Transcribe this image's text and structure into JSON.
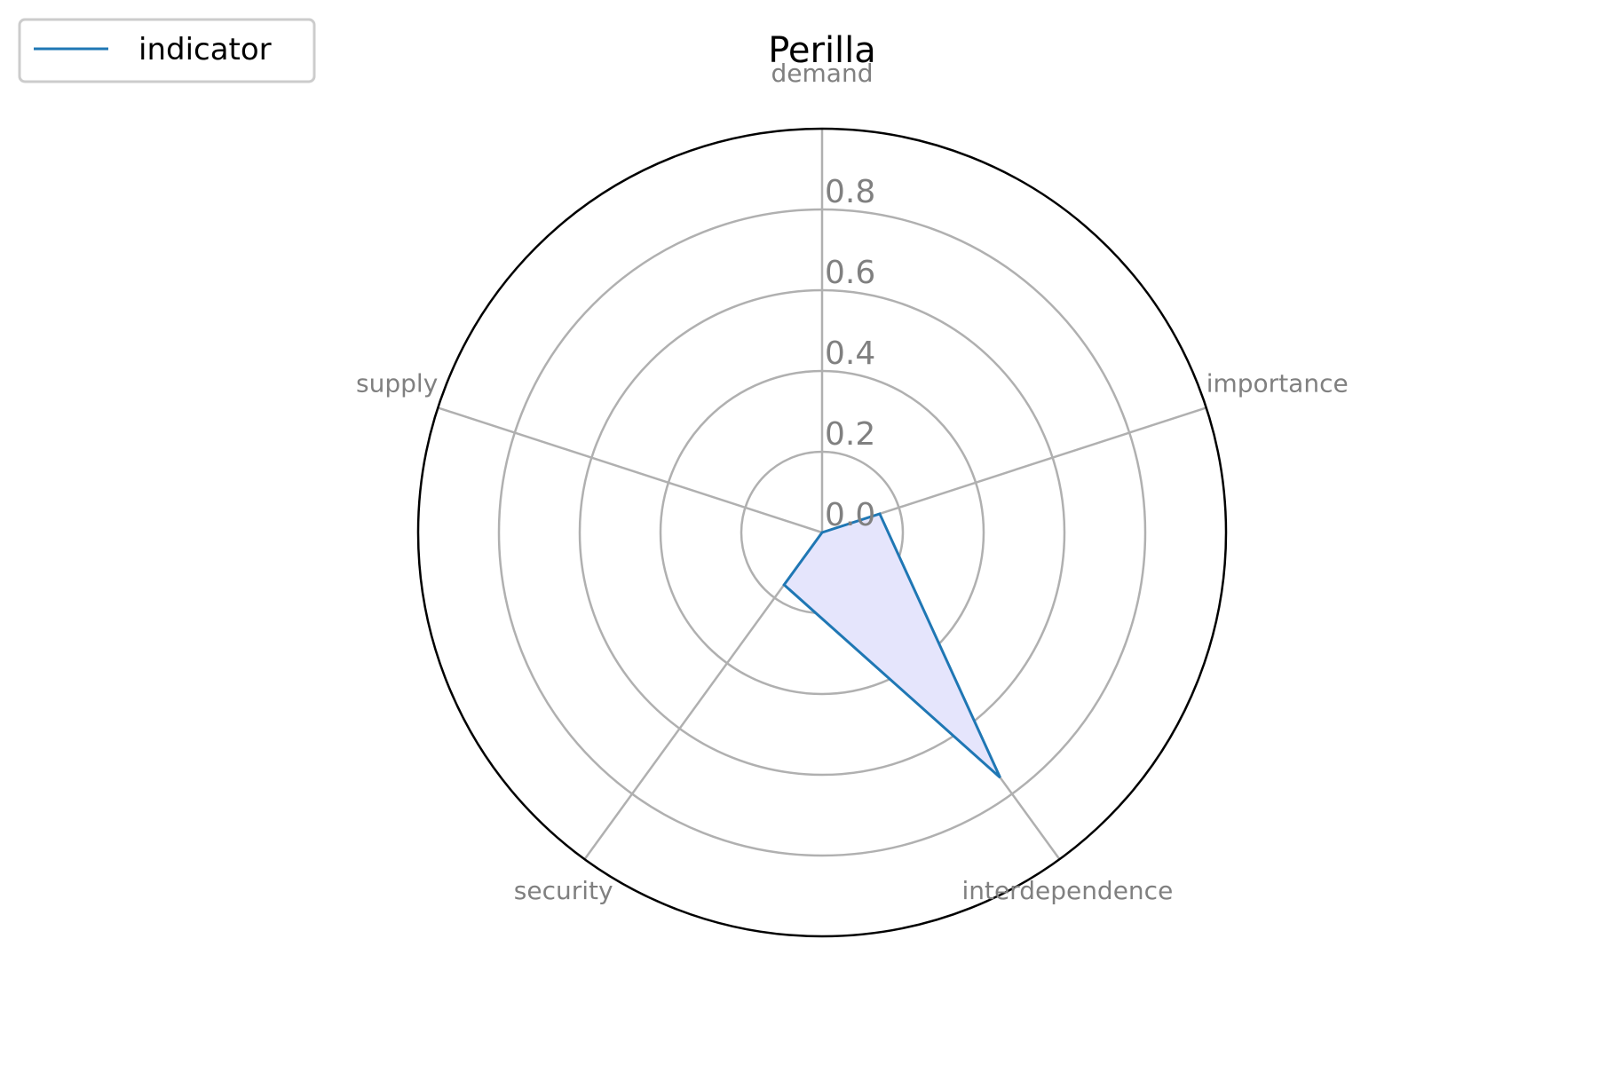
{
  "chart_data": {
    "type": "radar",
    "title": "Perilla",
    "axes": [
      "demand",
      "importance",
      "interdependence",
      "security",
      "supply"
    ],
    "rlim": [
      0,
      1.0
    ],
    "rticks": [
      0.0,
      0.2,
      0.4,
      0.6,
      0.8
    ],
    "rtick_labels": [
      "0.0",
      "0.2",
      "0.4",
      "0.6",
      "0.8"
    ],
    "grid": true,
    "legend": {
      "position": "top-left",
      "entries": [
        "indicator"
      ]
    },
    "series": [
      {
        "name": "indicator",
        "values": [
          0.0,
          0.15,
          0.75,
          0.16,
          0.0
        ],
        "line_color": "#1f77b4",
        "fill_color": "#e5e5fc"
      }
    ],
    "colors": {
      "grid": "#b0b0b0",
      "outer_circle": "#000000",
      "labels": "#808080"
    }
  }
}
